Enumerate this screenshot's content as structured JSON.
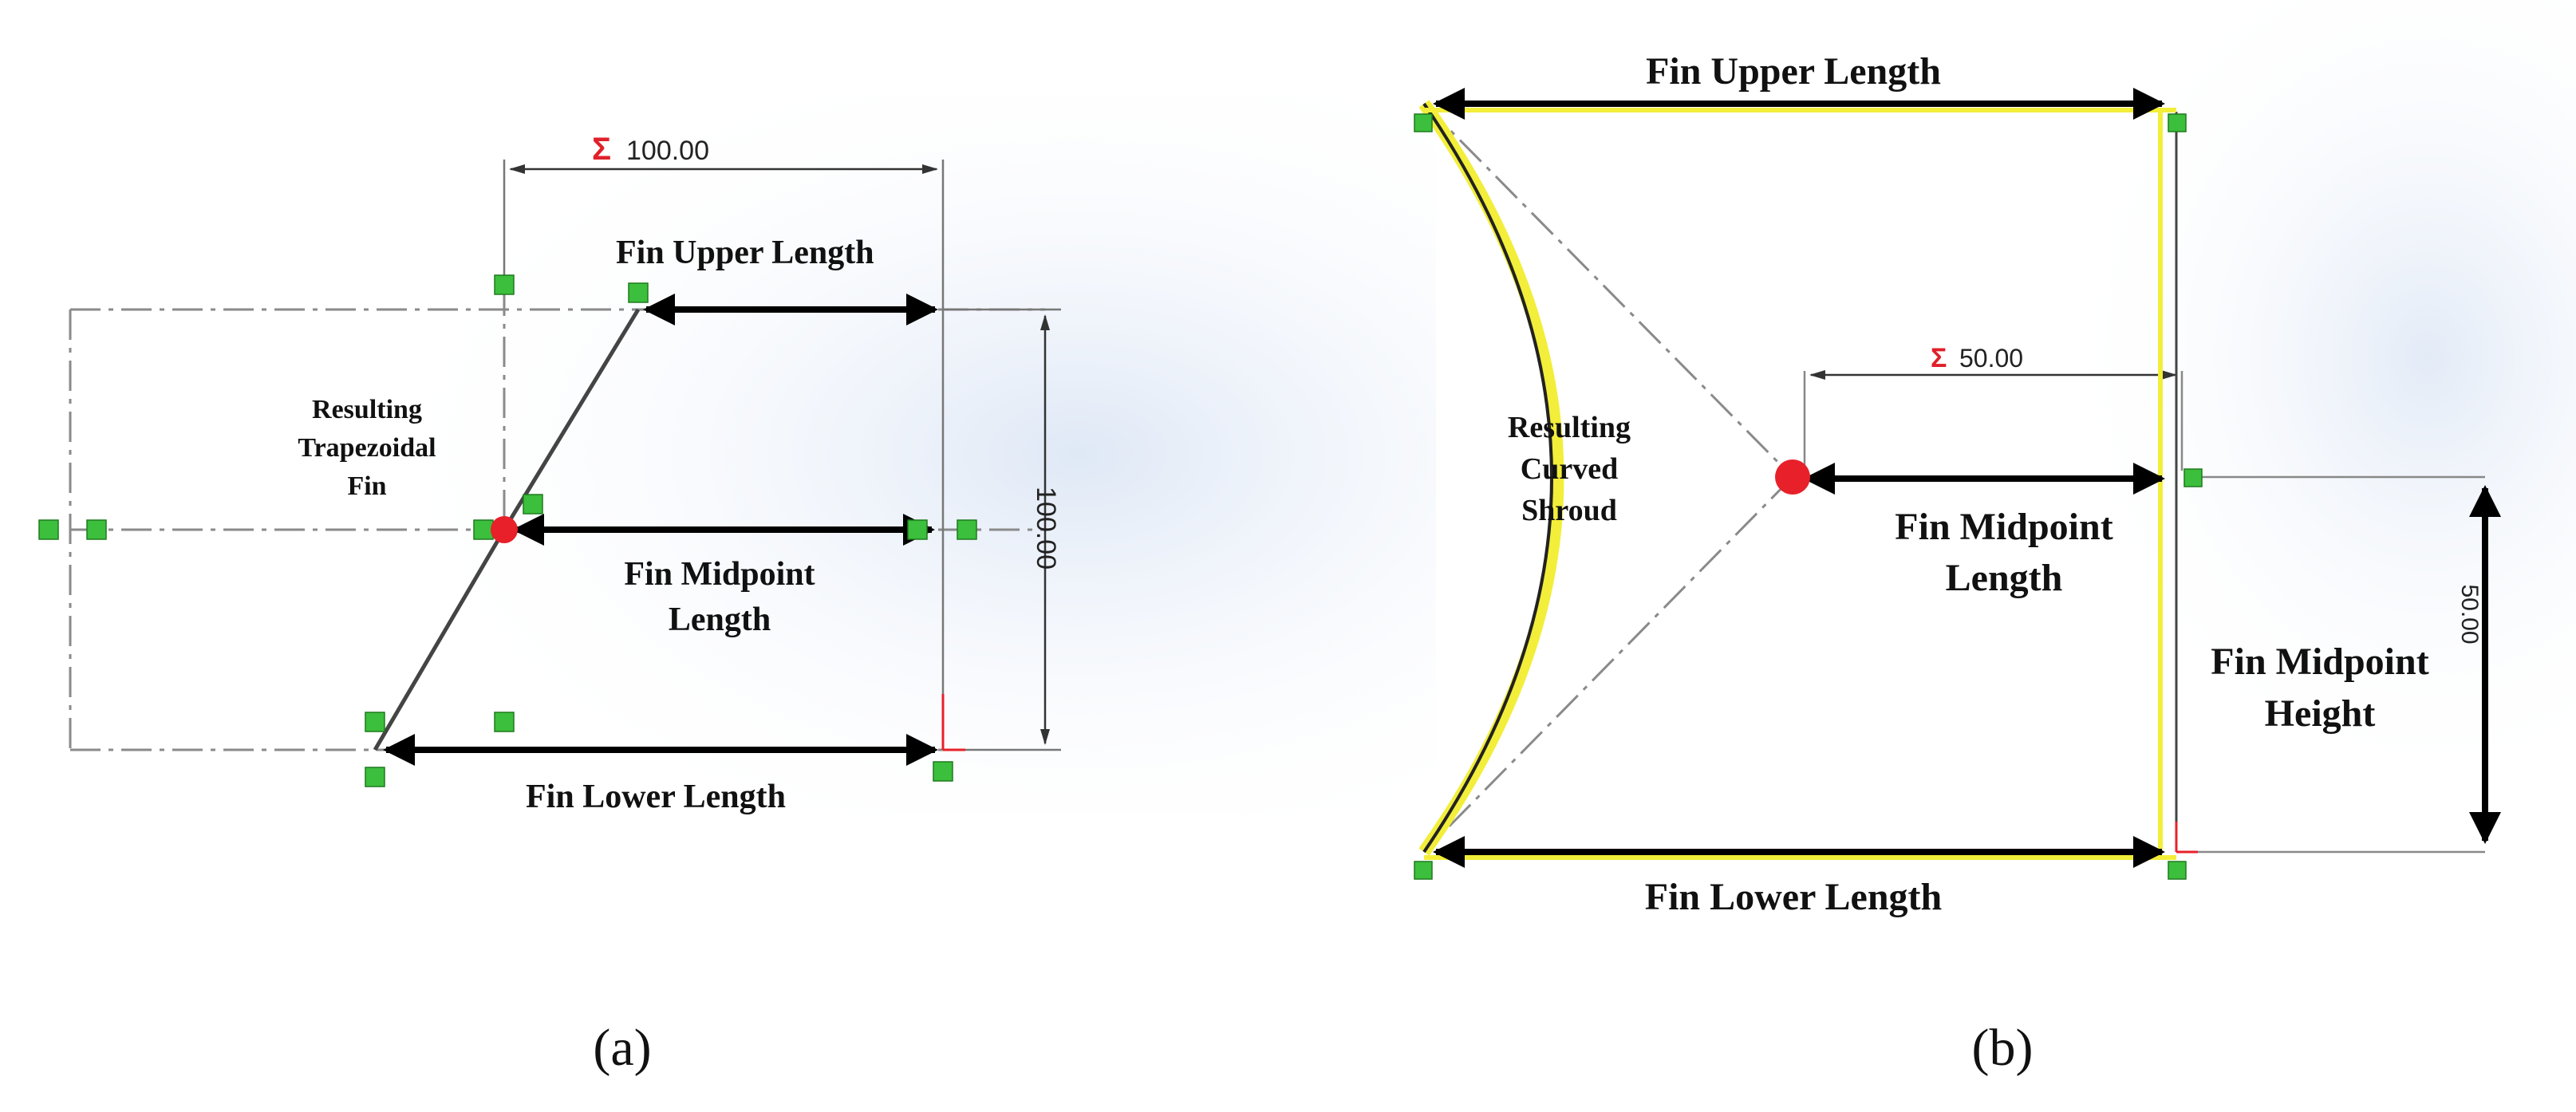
{
  "panel_a": {
    "sum_symbol": "Σ",
    "top_dimension": "100.00",
    "side_dimension": "100.00",
    "upper_label": "Fin Upper Length",
    "midpoint_label_line1": "Fin Midpoint",
    "midpoint_label_line2": "Length",
    "lower_label": "Fin Lower Length",
    "shape_label_line1": "Resulting",
    "shape_label_line2": "Trapezoidal",
    "shape_label_line3": "Fin",
    "caption": "(a)"
  },
  "panel_b": {
    "sum_symbol": "Σ",
    "mid_dimension": "50.00",
    "side_dimension": "50.00",
    "upper_label": "Fin Upper Length",
    "midpoint_label_line1": "Fin Midpoint",
    "midpoint_label_line2": "Length",
    "height_label_line1": "Fin Midpoint",
    "height_label_line2": "Height",
    "lower_label": "Fin Lower Length",
    "shape_label_line1": "Resulting",
    "shape_label_line2": "Curved",
    "shape_label_line3": "Shroud",
    "caption": "(b)"
  },
  "colors": {
    "point": "#e8202a",
    "handle": "#3cbf3c",
    "shroud": "#f2ee3a",
    "construction": "#8a8a8a"
  }
}
